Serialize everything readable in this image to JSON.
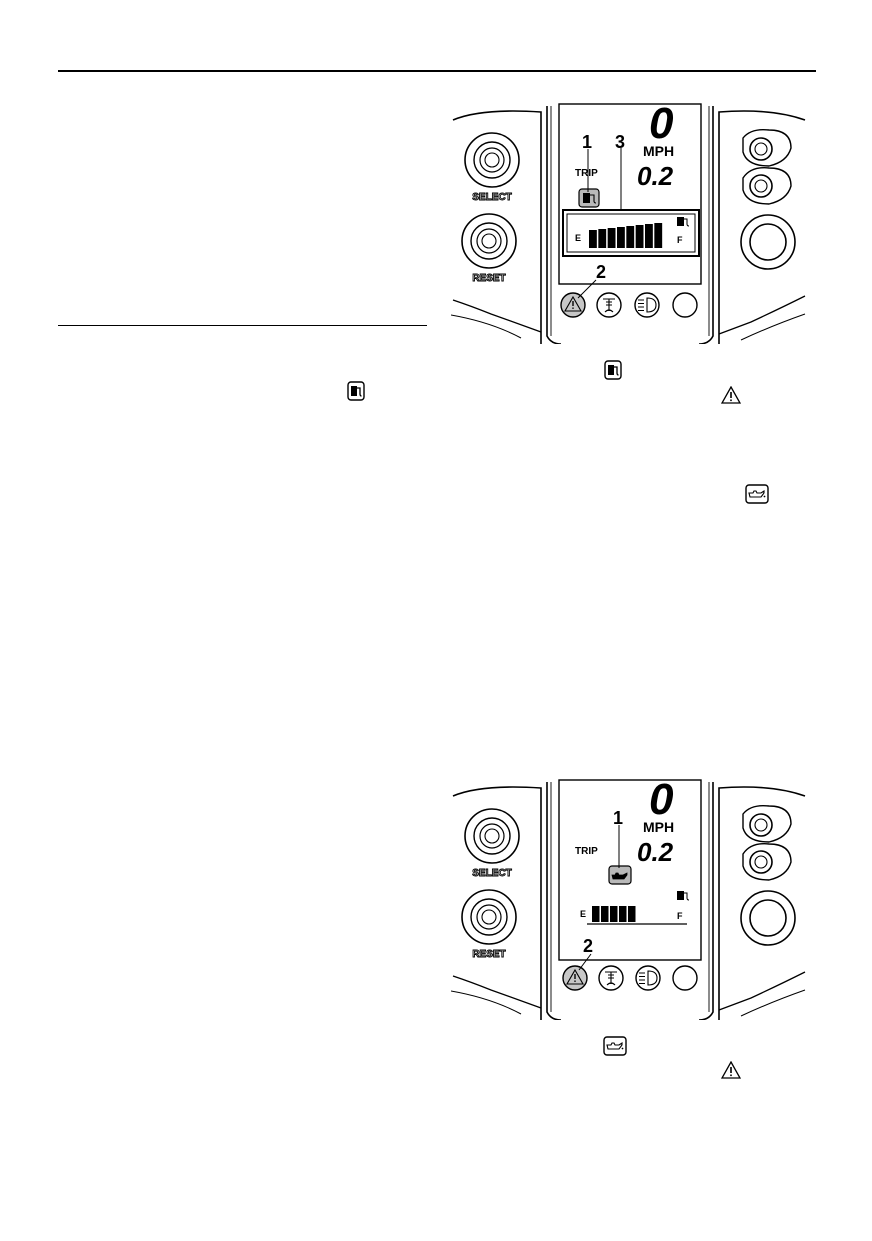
{
  "figure_top": {
    "brand_buttons": {
      "select": "SELECT",
      "reset": "RESET"
    },
    "display": {
      "trip": "TRIP",
      "speed_unit": "MPH",
      "odometer": "0.2",
      "speed_digit": "0"
    },
    "fuel_gauge": {
      "empty": "E",
      "full": "F",
      "fill_fraction": 0.9
    },
    "callouts": {
      "c1": "1",
      "c2": "2",
      "c3": "3"
    }
  },
  "figure_bottom": {
    "brand_buttons": {
      "select": "SELECT",
      "reset": "RESET"
    },
    "display": {
      "trip": "TRIP",
      "speed_unit": "MPH",
      "odometer": "0.2",
      "speed_digit": "0"
    },
    "fuel_gauge": {
      "empty": "E",
      "full": "F",
      "fill_fraction": 0.5
    },
    "callouts": {
      "c1": "1",
      "c2": "2"
    }
  },
  "inline_icons": [
    "fuel-icon",
    "fuel-icon",
    "warning-icon",
    "oil-icon",
    "oil-icon",
    "warning-icon"
  ]
}
